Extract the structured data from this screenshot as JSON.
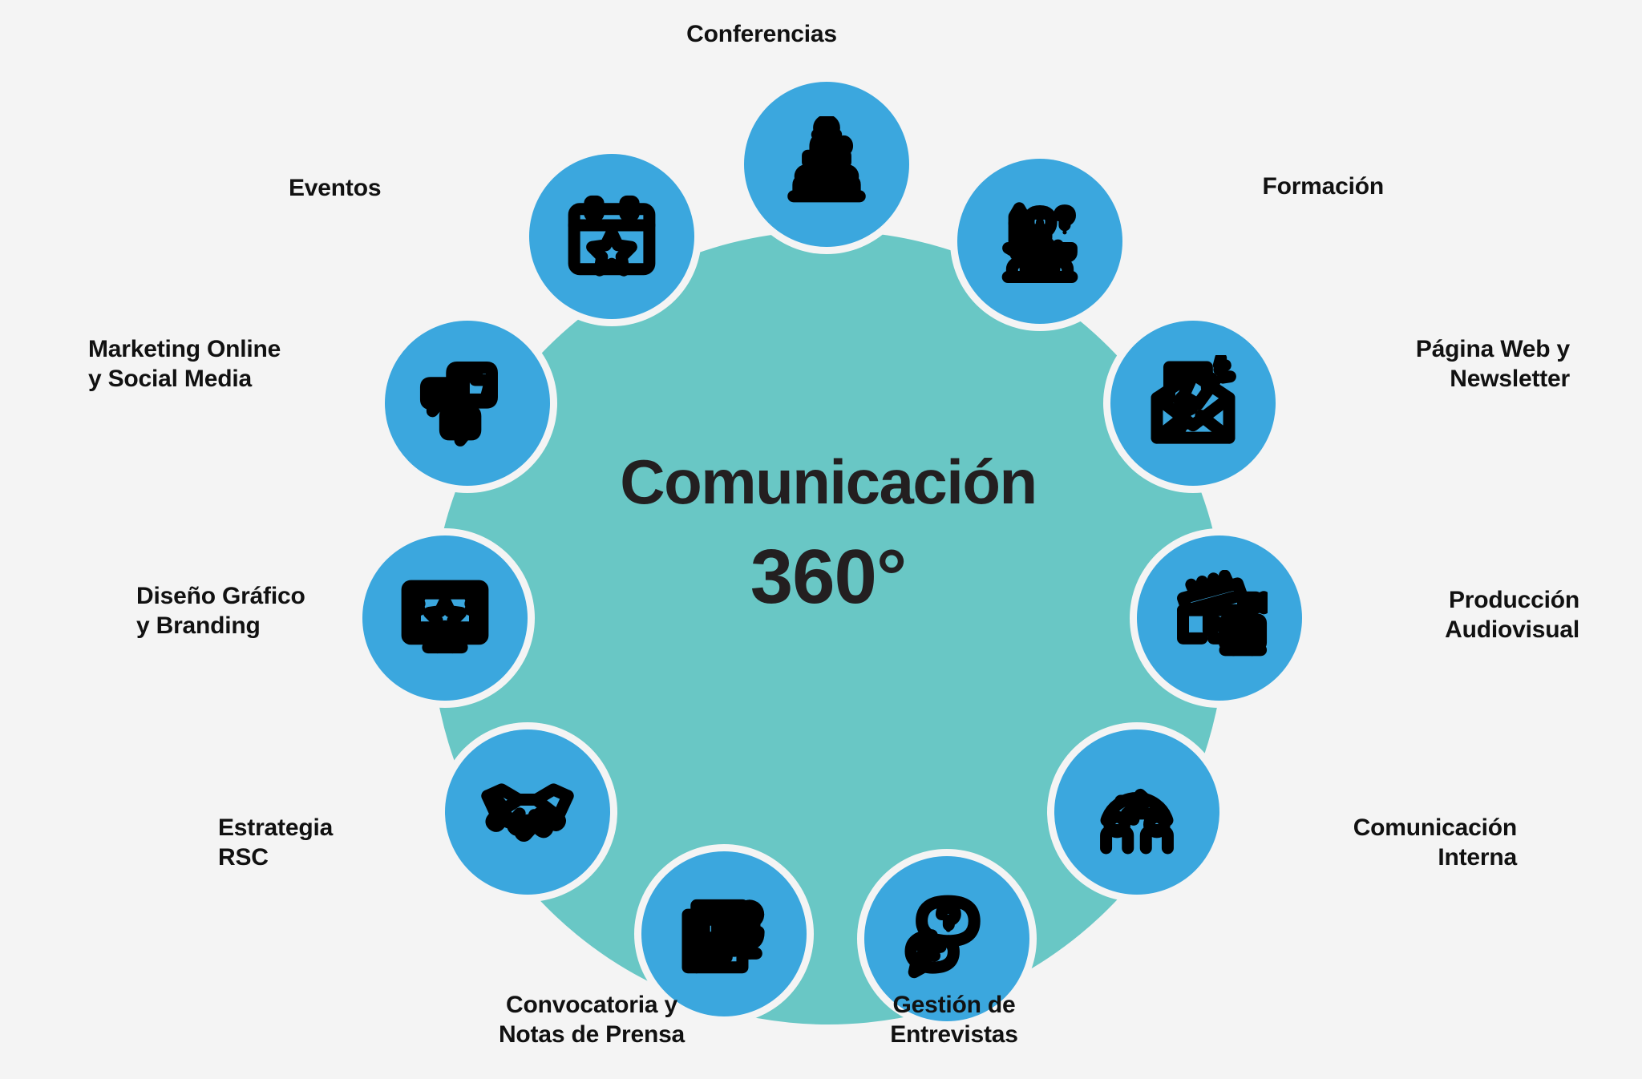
{
  "title": "Comunicación 360° infographic",
  "colors": {
    "background": "#f4f4f4",
    "center_disc": "#69c7c5",
    "node_circle": "#3ba7de",
    "node_ring": "#f4f4f4",
    "text": "#111111",
    "center_text": "#231f20"
  },
  "center": {
    "line1": "Comunicación",
    "line2": "360°"
  },
  "nodes": [
    {
      "id": "conferencias",
      "label": "Conferencias",
      "icon": "podium-speaker-audience-icon",
      "label_align": "center"
    },
    {
      "id": "formacion",
      "label": "Formación",
      "icon": "team-lightbulb-pencil-question-icon",
      "label_align": "left"
    },
    {
      "id": "pagina-web-newsletter",
      "label": "Página Web y\nNewsletter",
      "icon": "envelope-megaphone-icon",
      "label_align": "left"
    },
    {
      "id": "produccion-audiovisual",
      "label": "Producción\nAudiovisual",
      "icon": "clapperboard-camera-icon",
      "label_align": "left"
    },
    {
      "id": "comunicacion-interna",
      "label": "Comunicación\nInterna",
      "icon": "two-people-exchange-arrows-icon",
      "label_align": "left"
    },
    {
      "id": "gestion-entrevistas",
      "label": "Gestión de\nEntrevistas",
      "icon": "speech-bubbles-question-icon",
      "label_align": "center"
    },
    {
      "id": "convocatoria-notas-prensa",
      "label": "Convocatoria y\nNotas de Prensa",
      "icon": "newspaper-microphone-icon",
      "label_align": "center"
    },
    {
      "id": "estrategia-rsc",
      "label": "Estrategia\nRSC",
      "icon": "handshake-icon",
      "label_align": "right"
    },
    {
      "id": "diseno-grafico-branding",
      "label": "Diseño Gráfico\ny Branding",
      "icon": "monitor-star-design-icon",
      "label_align": "right"
    },
    {
      "id": "marketing-online-social-media",
      "label": "Marketing Online\ny Social Media",
      "icon": "social-bubbles-thumbsup-hashtag-heart-icon",
      "label_align": "right"
    },
    {
      "id": "eventos",
      "label": "Eventos",
      "icon": "calendar-star-icon",
      "label_align": "right"
    }
  ]
}
